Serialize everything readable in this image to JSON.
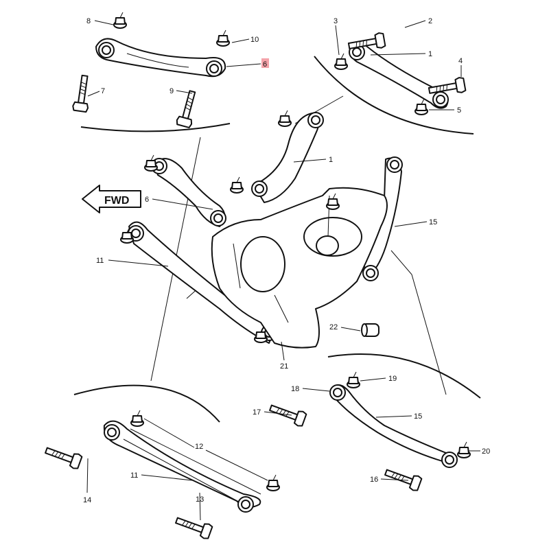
{
  "diagram": {
    "title": "Rear suspension exploded view",
    "direction_label": "FWD",
    "highlight_color": "#f4a3aa",
    "callouts": [
      {
        "id": "c8",
        "label": "8"
      },
      {
        "id": "c10",
        "label": "10"
      },
      {
        "id": "c6top",
        "label": "6",
        "highlighted": true
      },
      {
        "id": "c7",
        "label": "7"
      },
      {
        "id": "c9",
        "label": "9"
      },
      {
        "id": "c3",
        "label": "3"
      },
      {
        "id": "c2",
        "label": "2"
      },
      {
        "id": "c1top",
        "label": "1"
      },
      {
        "id": "c4",
        "label": "4"
      },
      {
        "id": "c5",
        "label": "5"
      },
      {
        "id": "c1mid",
        "label": "1"
      },
      {
        "id": "c6mid",
        "label": "6"
      },
      {
        "id": "c15mid",
        "label": "15"
      },
      {
        "id": "c11mid",
        "label": "11"
      },
      {
        "id": "c22",
        "label": "22"
      },
      {
        "id": "c21",
        "label": "21"
      },
      {
        "id": "c18",
        "label": "18"
      },
      {
        "id": "c19",
        "label": "19"
      },
      {
        "id": "c17",
        "label": "17"
      },
      {
        "id": "c15low",
        "label": "15"
      },
      {
        "id": "c20",
        "label": "20"
      },
      {
        "id": "c16",
        "label": "16"
      },
      {
        "id": "c12",
        "label": "12"
      },
      {
        "id": "c11low",
        "label": "11"
      },
      {
        "id": "c14",
        "label": "14"
      },
      {
        "id": "c13",
        "label": "13"
      }
    ]
  }
}
